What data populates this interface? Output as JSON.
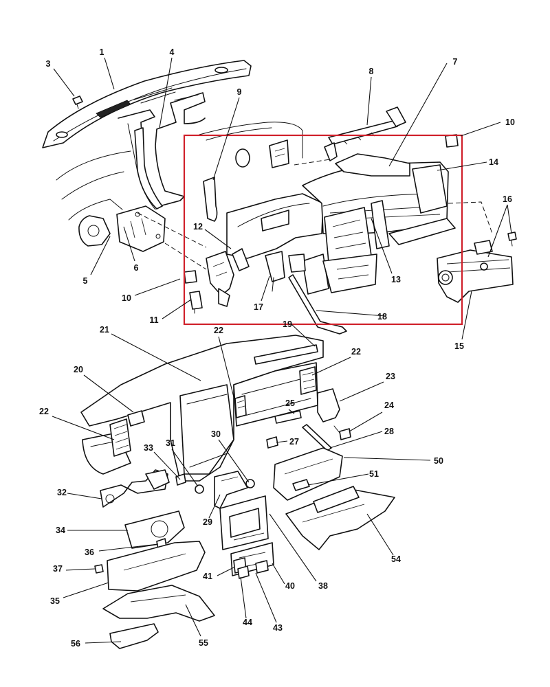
{
  "diagram": {
    "highlight_color": "#d0202a",
    "line_color": "#111111",
    "callouts": [
      {
        "label": "1"
      },
      {
        "label": "3"
      },
      {
        "label": "4"
      },
      {
        "label": "5"
      },
      {
        "label": "6"
      },
      {
        "label": "7"
      },
      {
        "label": "8"
      },
      {
        "label": "9"
      },
      {
        "label": "10"
      },
      {
        "label": "10"
      },
      {
        "label": "11"
      },
      {
        "label": "12"
      },
      {
        "label": "13"
      },
      {
        "label": "14"
      },
      {
        "label": "15"
      },
      {
        "label": "16"
      },
      {
        "label": "17"
      },
      {
        "label": "18"
      },
      {
        "label": "19"
      },
      {
        "label": "20"
      },
      {
        "label": "21"
      },
      {
        "label": "22"
      },
      {
        "label": "22"
      },
      {
        "label": "22"
      },
      {
        "label": "23"
      },
      {
        "label": "24"
      },
      {
        "label": "25"
      },
      {
        "label": "27"
      },
      {
        "label": "28"
      },
      {
        "label": "29"
      },
      {
        "label": "30"
      },
      {
        "label": "31"
      },
      {
        "label": "32"
      },
      {
        "label": "33"
      },
      {
        "label": "34"
      },
      {
        "label": "35"
      },
      {
        "label": "36"
      },
      {
        "label": "37"
      },
      {
        "label": "38"
      },
      {
        "label": "40"
      },
      {
        "label": "41"
      },
      {
        "label": "43"
      },
      {
        "label": "44"
      },
      {
        "label": "50"
      },
      {
        "label": "51"
      },
      {
        "label": "54"
      },
      {
        "label": "55"
      },
      {
        "label": "56"
      }
    ]
  }
}
